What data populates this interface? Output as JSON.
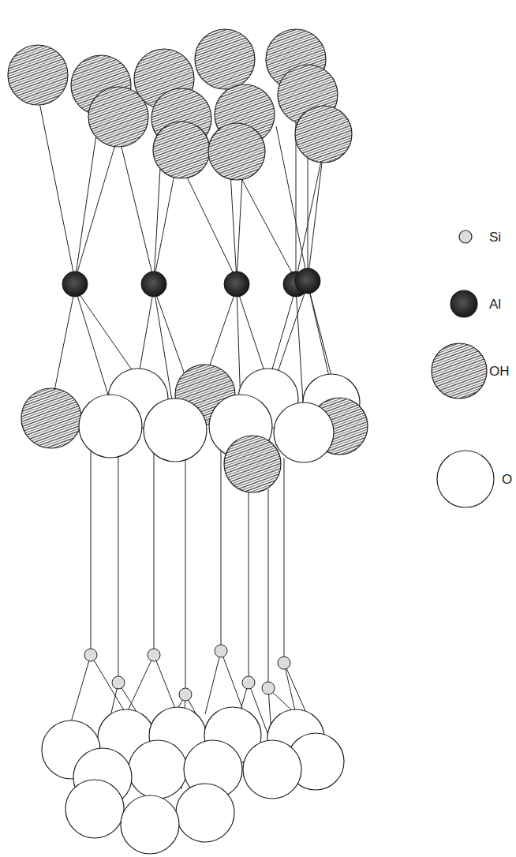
{
  "diagram": {
    "legend": [
      {
        "text": "Si"
      },
      {
        "text": "Al"
      },
      {
        "text": "OH"
      },
      {
        "text": "O"
      }
    ]
  }
}
